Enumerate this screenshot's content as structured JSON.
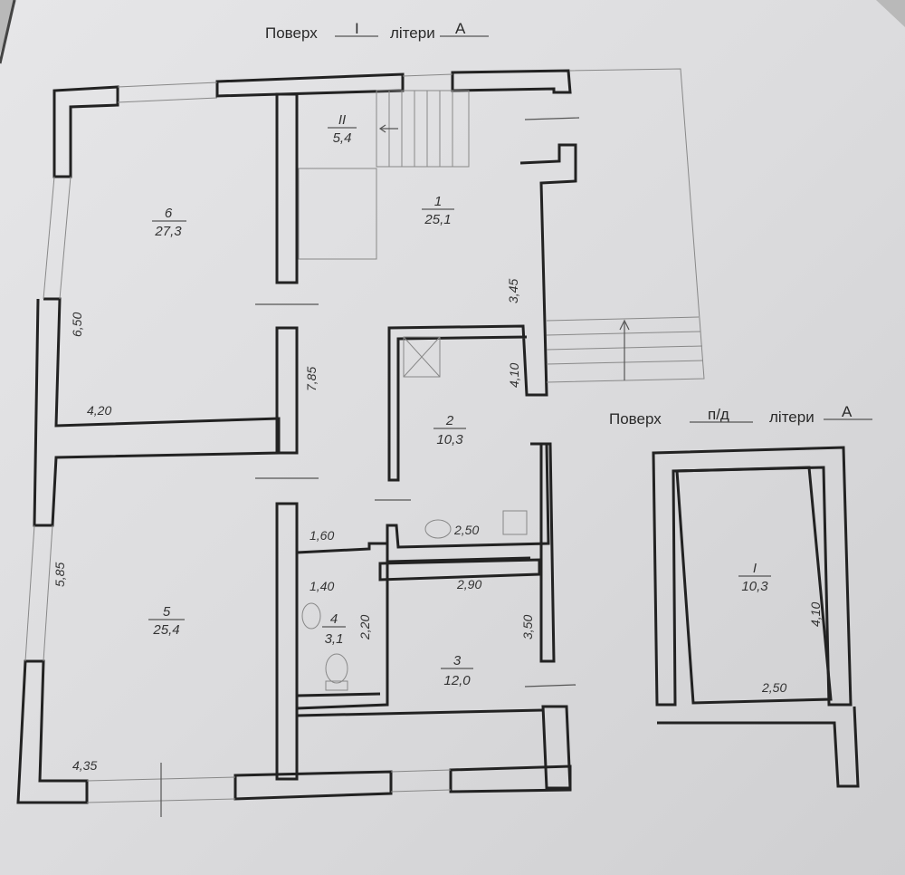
{
  "floor_plan_main": {
    "floor_label": "Поверх",
    "floor_value": "I",
    "letter_label": "літери",
    "letter_value": "А",
    "rooms": [
      {
        "number": "6",
        "area": "27,3"
      },
      {
        "number": "II",
        "area": "5,4"
      },
      {
        "number": "1",
        "area": "25,1"
      },
      {
        "number": "2",
        "area": "10,3"
      },
      {
        "number": "5",
        "area": "25,4"
      },
      {
        "number": "4",
        "area": "3,1"
      },
      {
        "number": "3",
        "area": "12,0"
      }
    ],
    "dimensions": {
      "d_650": "6,50",
      "d_420": "4,20",
      "d_785": "7,85",
      "d_345": "3,45",
      "d_410": "4,10",
      "d_250": "2,50",
      "d_160": "1,60",
      "d_140": "1,40",
      "d_220": "2,20",
      "d_290": "2,90",
      "d_350": "3,50",
      "d_585": "5,85",
      "d_435": "4,35"
    }
  },
  "floor_plan_basement": {
    "floor_label": "Поверх",
    "floor_value": "п/д",
    "letter_label": "літери",
    "letter_value": "А",
    "room": {
      "number": "I",
      "area": "10,3"
    },
    "dimensions": {
      "d_410": "4,10",
      "d_250": "2,50"
    }
  }
}
